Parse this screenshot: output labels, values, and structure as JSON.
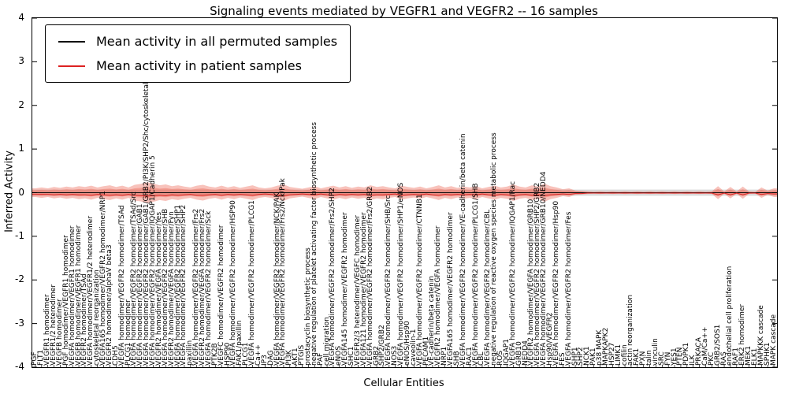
{
  "title": "Signaling events mediated by VEGFR1 and VEGFR2 -- 16 samples",
  "axes": {
    "x_label": "Cellular Entities",
    "y_label": "Inferred Activity",
    "y_ticks": [
      -4,
      -3,
      -2,
      -1,
      0,
      1,
      2,
      3,
      4
    ]
  },
  "legend": {
    "items": [
      {
        "label": "Mean activity in all permuted samples",
        "color": "#111111"
      },
      {
        "label": "Mean activity in patient samples",
        "color": "#dd2222"
      }
    ]
  },
  "chart_data": {
    "type": "line",
    "title": "Signaling events mediated by VEGFR1 and VEGFR2 -- 16 samples",
    "xlabel": "Cellular Entities",
    "ylabel": "Inferred Activity",
    "ylim": [
      -4,
      4
    ],
    "grid": false,
    "legend_position": "upper left",
    "categories": [
      "PGF",
      "FLT1",
      "VEGFR1 homodimer",
      "VEGFR1/2 heterodimer",
      "VEGFB homodimer",
      "PGF homodimer/VEGFR1 homodimer",
      "VEGFA homodimer/VEGFR1 homodimer",
      "VEGFB homodimer/VEGFR1 homodimer",
      "VEGFR2 homodimer/TSAd",
      "VEGFA homodimer/VEGFR1/2 heterodimer",
      "cytoskeletal reorganization",
      "VEGFA165 homodimer/VEGFR2 homodimer/NRP1",
      "VEGFR2 homodimer/alphaV beta3",
      "CDH5",
      "VEGFA homodimer/VEGFR2 homodimer/TSAd",
      "PLCG1 homodimer",
      "VEGFA homodimer/VEGFR2 homodimer/TSAd/Src",
      "VEGFA homodimer/VEGFR2 homodimer/GAB1",
      "VEGFA homodimer/VEGFR2 homodimer/GAB1/GRB2/PI3K/SHP2/Shc/cytoskeletal reorganization",
      "VEGFA homodimer/VEGFR2 homodimer/IQGAP1/Cadherin 5",
      "VEGFR2 homodimer/VEGFA homodimer/Yes",
      "VEGFA homodimer/VEGFR2 homodimer/SHB",
      "VEGFR2 homodimer/VEGFA homodimer/Fyn",
      "VEGFA homodimer/VEGFR2 homodimer/SHP1",
      "VEGFA homodimer/VEGFR2 homodimer/SHP2",
      "paxillin",
      "VEGFA homodimer/VEGFR2 homodimer/Frs2",
      "VEGFR2 homodimer/VEGFA homodimer/Frs2",
      "VEGFA homodimer/VEGFR2 homodimer/Sck",
      "PTK2B",
      "VEGFC homodimer/VEGFR2 homodimer",
      "HSP90",
      "VEGFA homodimer/VEGFR2 homodimer/HSP90",
      "FAK1/paxillin",
      "PLCG1",
      "VEGFA homodimer/VEGFR2 homodimer/PLCG1",
      "Ca++",
      "IP3",
      "DAG",
      "VEGFA homodimer/VEGFR2 homodimer/NCK/PAK",
      "VEGFA homodimer/VEGFR2 homodimer/Frs2/Nck/Pak",
      "PI3K",
      "AKT1",
      "PTGIS",
      "prostacyclin biosynthetic process",
      "negative regulation of platelet activating factor biosynthetic process",
      "PAF",
      "cell migration",
      "VEGFA homodimer/VEGFR2 homodimer/Frs2/SHP2",
      "eNOS",
      "VEGFA145 homodimer/VEGFR2 homodimer",
      "SHC1",
      "VEGFR2/3 heterodimer/VEGFC homodimer",
      "VEGFA121 homodimer/VEGFR2 homodimer",
      "VEGFA homodimer/VEGFR2 homodimer/Frs2/GRB2",
      "GRB2",
      "SHP2/GRB2",
      "VEGFA homodimer/VEGFR2 homodimer/SHB/Src",
      "NOS3",
      "VEGFA homodimer/VEGFR2 homodimer/SHP1/eNOS",
      "eNOS/Hsp90",
      "caveolin-1",
      "VEGFA homodimer/VEGFR2 homodimer/CTNNB1",
      "PECAM1",
      "VE-cadherin/beta catenin",
      "VEGFR2 homodimer/VEGFA homodimer",
      "NRP1",
      "VEGFA165 homodimer/VEGFR2 homodimer",
      "SHB",
      "VEGFA homodimer/VEGFR2 homodimer/VE-cadherin/beta catenin",
      "RAC1",
      "VEGFA homodimer/VEGFR2 homodimer/PLCG1/SHB",
      "CBL",
      "VEGFA homodimer/VEGFR2 homodimer/CBL",
      "negative regulation of reactive oxygen species metabolic process",
      "ROS",
      "IQGAP1",
      "VEGFA homodimer/VEGFR2 homodimer/IQGAP1/Rac",
      "GRB10",
      "NEDD4",
      "VEGFR2 homodimer/VEGFA homodimer/GRB10",
      "VEGFA homodimer/VEGFR2 homodimer/SHP2/GRB2",
      "VEGFA homodimer/VEGFR2 homodimer/GRB10/NEDD4",
      "Hsp90/VEGFR2",
      "VEGFA homodimer/VEGFR2 homodimer/Hsp90",
      "FES",
      "VEGFA homodimer/VEGFR2 homodimer/Fes",
      "SHP1",
      "SHP2",
      "NCK1",
      "PAK1",
      "p38 MAPK",
      "MAPKAPK2",
      "HSP27",
      "LIMK1",
      "cofilin",
      "actin reorganization",
      "FAK1",
      "PXN",
      "talin",
      "vinculin",
      "SRC",
      "FYN",
      "YES1",
      "PTEN",
      "PDPK1",
      "ILK",
      "PRKACA",
      "CaM/Ca++",
      "PKC",
      "GRB2/SOS1",
      "RAS",
      "endothelial cell proliferation",
      "RAF1",
      "ERK2 homodimer",
      "MEK1",
      "ELK1",
      "MAPKKK cascade",
      "SPHK1",
      "MAPK cascade"
    ],
    "series": [
      {
        "name": "Mean activity in all permuted samples",
        "color": "#111111",
        "values": [
          0,
          0,
          0,
          0,
          0,
          0,
          0,
          0,
          0,
          0,
          0,
          0,
          0,
          0,
          0,
          0,
          0,
          0,
          0,
          0,
          0,
          0,
          0,
          0,
          0,
          0,
          0,
          0,
          0,
          0,
          0,
          0,
          0,
          0,
          0,
          0,
          0,
          0,
          0,
          0,
          0,
          0,
          0,
          0,
          0,
          0,
          0,
          0,
          0,
          0,
          0,
          0,
          0,
          0,
          0,
          0,
          0,
          0,
          0,
          0,
          0,
          0,
          0,
          0,
          0,
          0,
          0,
          0,
          0,
          0,
          0,
          0,
          0,
          0,
          0,
          0,
          0,
          0,
          0,
          0,
          0,
          0,
          0,
          0,
          0,
          0,
          0,
          0,
          0,
          0,
          0,
          0,
          0,
          0,
          0,
          0,
          0,
          0,
          0,
          0,
          0,
          0,
          0,
          0,
          0,
          0,
          0,
          0,
          0,
          0,
          0,
          0,
          0,
          0,
          0,
          0,
          0,
          0,
          0,
          0
        ]
      },
      {
        "name": "Mean activity in patient samples",
        "color": "#dd2222",
        "values": [
          -0.04,
          -0.04,
          -0.04,
          -0.05,
          -0.04,
          -0.05,
          -0.04,
          -0.05,
          -0.05,
          -0.06,
          -0.04,
          -0.05,
          -0.06,
          -0.05,
          -0.06,
          -0.04,
          -0.06,
          -0.07,
          -0.08,
          -0.07,
          -0.06,
          -0.07,
          -0.05,
          -0.06,
          -0.05,
          -0.04,
          -0.06,
          -0.06,
          -0.05,
          -0.04,
          -0.06,
          -0.04,
          -0.05,
          -0.04,
          -0.05,
          -0.06,
          -0.04,
          -0.03,
          -0.04,
          -0.06,
          -0.07,
          -0.05,
          -0.04,
          -0.03,
          -0.04,
          -0.05,
          -0.03,
          -0.05,
          -0.06,
          -0.04,
          -0.05,
          -0.04,
          -0.05,
          -0.04,
          -0.06,
          -0.05,
          -0.05,
          -0.04,
          -0.03,
          -0.06,
          -0.05,
          -0.04,
          -0.05,
          -0.03,
          -0.05,
          -0.06,
          -0.04,
          -0.05,
          -0.04,
          -0.05,
          -0.04,
          -0.05,
          -0.03,
          -0.05,
          -0.06,
          -0.04,
          -0.05,
          -0.07,
          -0.05,
          -0.04,
          -0.06,
          -0.05,
          -0.07,
          -0.05,
          -0.04,
          -0.03,
          -0.04,
          -0.02,
          -0.02,
          -0.01,
          -0.01,
          -0.01,
          -0.01,
          -0.01,
          -0.01,
          -0.01,
          -0.01,
          -0.01,
          -0.01,
          -0.01,
          -0.01,
          -0.01,
          -0.01,
          -0.01,
          -0.01,
          -0.01,
          -0.01,
          -0.01,
          -0.01,
          -0.01,
          -0.05,
          -0.01,
          -0.05,
          -0.01,
          -0.05,
          -0.01,
          -0.01,
          -0.04,
          -0.02,
          -0.03
        ]
      }
    ],
    "bands": [
      {
        "name": "permuted samples spread",
        "color": "#aaaaaa",
        "opacity": 0.45,
        "halfwidth": 0.07
      },
      {
        "name": "patient samples spread",
        "color": "#ee6655",
        "opacity": 0.4,
        "halfwidths": [
          0.1,
          0.12,
          0.1,
          0.13,
          0.11,
          0.14,
          0.12,
          0.15,
          0.13,
          0.16,
          0.12,
          0.15,
          0.17,
          0.13,
          0.16,
          0.12,
          0.18,
          0.2,
          0.24,
          0.21,
          0.17,
          0.19,
          0.15,
          0.17,
          0.14,
          0.12,
          0.16,
          0.18,
          0.14,
          0.12,
          0.16,
          0.12,
          0.15,
          0.11,
          0.14,
          0.17,
          0.12,
          0.1,
          0.12,
          0.16,
          0.19,
          0.13,
          0.11,
          0.09,
          0.12,
          0.15,
          0.1,
          0.13,
          0.16,
          0.12,
          0.15,
          0.11,
          0.14,
          0.12,
          0.17,
          0.13,
          0.15,
          0.12,
          0.1,
          0.16,
          0.13,
          0.11,
          0.14,
          0.1,
          0.13,
          0.17,
          0.12,
          0.15,
          0.11,
          0.14,
          0.12,
          0.15,
          0.1,
          0.13,
          0.16,
          0.12,
          0.14,
          0.19,
          0.14,
          0.12,
          0.17,
          0.14,
          0.21,
          0.15,
          0.12,
          0.08,
          0.1,
          0.05,
          0.04,
          0.03,
          0.02,
          0.03,
          0.02,
          0.03,
          0.02,
          0.03,
          0.02,
          0.03,
          0.02,
          0.03,
          0.02,
          0.03,
          0.02,
          0.03,
          0.02,
          0.03,
          0.02,
          0.03,
          0.02,
          0.03,
          0.15,
          0.03,
          0.13,
          0.03,
          0.14,
          0.03,
          0.02,
          0.12,
          0.05,
          0.1
        ]
      }
    ]
  }
}
